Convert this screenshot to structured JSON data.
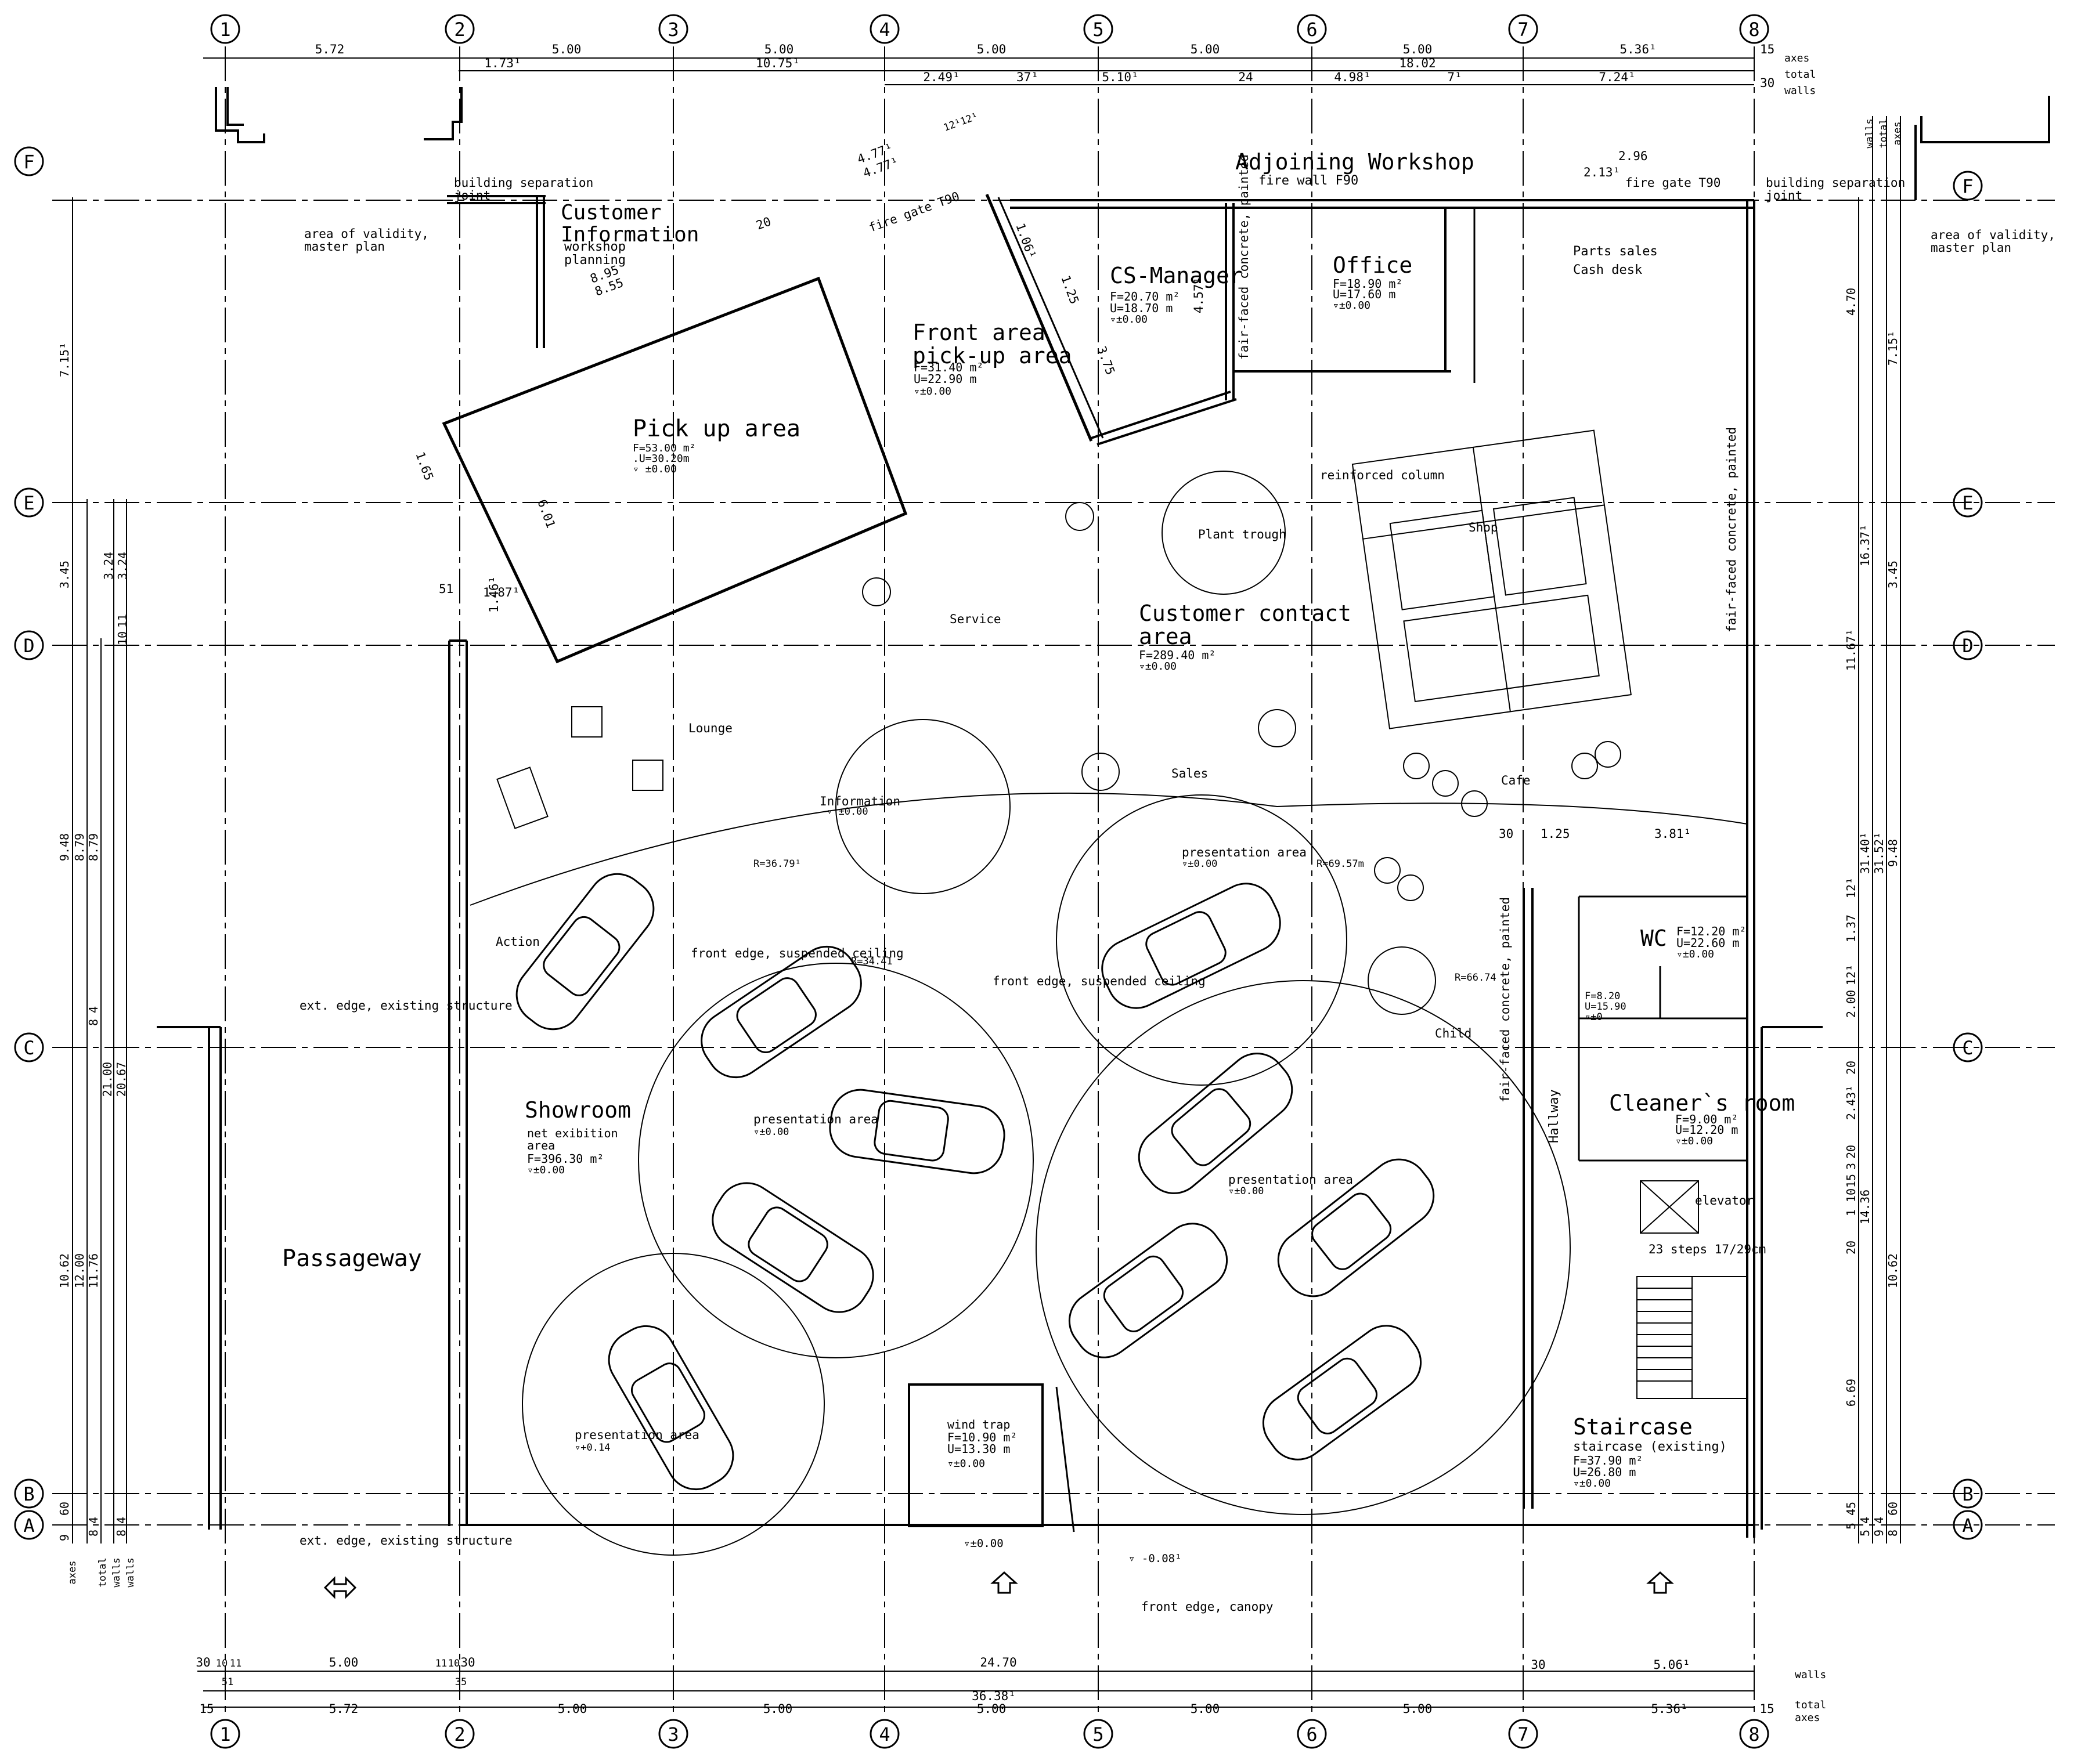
{
  "grid": {
    "columns": [
      "1",
      "2",
      "3",
      "4",
      "5",
      "6",
      "7",
      "8"
    ],
    "rows": [
      "F",
      "E",
      "D",
      "C",
      "B",
      "A"
    ]
  },
  "dims": {
    "top_row1": [
      "5.72",
      "5.00",
      "5.00",
      "5.00",
      "5.00",
      "5.00",
      "5.36¹"
    ],
    "top_row2": [
      "1.73¹",
      "10.75¹",
      "18.02"
    ],
    "top_row3": [
      "2.49¹",
      "37¹",
      "5.10¹",
      "24",
      "4.98¹",
      "7¹",
      "7.24¹"
    ],
    "top_right": [
      "15",
      "30"
    ],
    "legend_right_top": [
      "axes",
      "total",
      "walls"
    ],
    "bottom_row1": [
      "30",
      "10",
      "11",
      "5.00",
      "11",
      "10",
      "30",
      "24.70",
      "30",
      "5.06¹"
    ],
    "bottom_row2": [
      "36.38¹"
    ],
    "bottom_row3": [
      "15",
      "5.72",
      "5.00",
      "5.00",
      "5.00",
      "5.00",
      "5.00",
      "5.36¹",
      "15"
    ],
    "bottom_small": [
      "51",
      "35"
    ],
    "legend_right_bottom": [
      "walls",
      "total",
      "axes"
    ],
    "left": [
      "7.15¹",
      "3.45",
      "3.24",
      "3.24",
      "10",
      "11",
      "9.48",
      "8.79",
      "8.79",
      "21.00",
      "20.67",
      "8",
      "4",
      "10.62",
      "12.00",
      "11.76",
      "60",
      "4",
      "8",
      "4",
      "8",
      "9"
    ],
    "left_legend": [
      "axes",
      "total",
      "walls",
      "walls"
    ],
    "right": [
      "4.70",
      "7.15¹",
      "16.37¹",
      "3.45",
      "11.67¹",
      "31.40¹",
      "31.52¹",
      "9.48",
      "12¹",
      "1.37",
      "2.00",
      "12¹",
      "2.43¹",
      "20",
      "14.36",
      "20",
      "3",
      "15",
      "10",
      "1",
      "20",
      "10.62",
      "6.69",
      "45",
      "5",
      "4",
      "5",
      "4",
      "9",
      "60",
      "8"
    ],
    "right_legend": [
      "walls",
      "total",
      "axes"
    ]
  },
  "rooms": {
    "customer_info": {
      "name": "Customer\nInformation",
      "sub": "workshop\nplanning"
    },
    "pickup": {
      "name": "Pick up area",
      "f": "F=53.00 m²",
      "u": ".U=30.20m",
      "lvl": "▿ ±0.00"
    },
    "front": {
      "name": "Front area\npick-up area",
      "f": "F=31.40 m²",
      "u": "U=22.90 m",
      "lvl": "▿±0.00"
    },
    "cs_manager": {
      "name": "CS-Manager",
      "f": "F=20.70 m²",
      "u": "U=18.70 m",
      "lvl": "▿±0.00"
    },
    "office": {
      "name": "Office",
      "f": "F=18.90 m²",
      "u": "U=17.60 m",
      "lvl": "▿±0.00"
    },
    "workshop": {
      "name": "Adjoining Workshop",
      "wall": "fire wall F90"
    },
    "parts": {
      "a": "Parts sales",
      "b": "Cash desk"
    },
    "contact": {
      "name": "Customer contact\narea",
      "f": "F=289.40 m²",
      "lvl": "▿±0.00"
    },
    "wc": {
      "name": "WC",
      "f": "F=12.20 m²",
      "u": "U=22.60 m",
      "lvl": "▿±0.00"
    },
    "cleaner": {
      "name": "Cleaner`s room",
      "f": "F=9.00 m²",
      "u": "U=12.20 m",
      "lvl": "▿±0.00"
    },
    "hallway": {
      "name": "Hallway",
      "f": "F=8.20",
      "u": "U=15.90",
      "lvl": "▿±0"
    },
    "staircase": {
      "name": "Staircase",
      "sub": "staircase (existing)",
      "f": "F=37.90 m²",
      "u": "U=26.80 m",
      "lvl": "▿±0.00"
    },
    "showroom": {
      "name": "Showroom",
      "sub": "net exibition\narea",
      "f": "F=396.30 m²",
      "lvl": "▿±0.00"
    },
    "passageway": {
      "name": "Passageway"
    },
    "windtrap": {
      "name": "wind trap",
      "f": "F=10.90 m²",
      "u": "U=13.30 m",
      "lvl": "▿±0.00"
    }
  },
  "labels": {
    "building_sep": "building separation\njoint",
    "validity": "area of validity,\nmaster plan",
    "fire_gate": "fire gate T90",
    "fire_gate2": "fire gate T90",
    "fair_faced_cs": "fair-faced concrete, painted",
    "fair_faced_right": "fair-faced concrete, painted",
    "fair_faced_wc": "fair-faced concrete, painted",
    "reinforced": "reinforced column",
    "plant": "Plant trough",
    "shop": "Shop",
    "service": "Service",
    "lounge": "Lounge",
    "sales": "Sales",
    "cafe": "Cafe",
    "information": "Information",
    "info_lvl": "▿ ±0.00",
    "action": "Action",
    "child": "Child",
    "pres": "presentation area",
    "pres_lvl": "▿±0.00",
    "pres4_lvl": "▿+0.14",
    "edge_susp": "front edge, suspended ceiling",
    "ext_edge": "ext. edge, existing structure",
    "elevator": "elevator",
    "steps": "23 steps 17/29cm",
    "canopy": "front edge, canopy",
    "lvl_out1": "▿±0.00",
    "lvl_out2": "▿ -0.08¹",
    "r1": "R=36.79¹",
    "r2": "R=69.57m",
    "r3": "R=34.41",
    "r4": "R=66.74",
    "d_895": "8.95",
    "d_855": "8.55",
    "d_477a": "4.77¹",
    "d_477b": "4.77¹",
    "d_20": "20",
    "d_12": "12¹12¹",
    "d_125": "1.25",
    "d_165": "1.65",
    "d_601": "6.01",
    "d_187": "1.87¹",
    "d_146": "1.46¹",
    "d_51": "51",
    "d_1": "1.25",
    "d_381": "3.81¹",
    "d_30": "30",
    "d_296": "2.96",
    "d_213": "2.13¹",
    "d_457": "4.57¹",
    "d_375": "3.75",
    "d_106": "1.06¹"
  }
}
